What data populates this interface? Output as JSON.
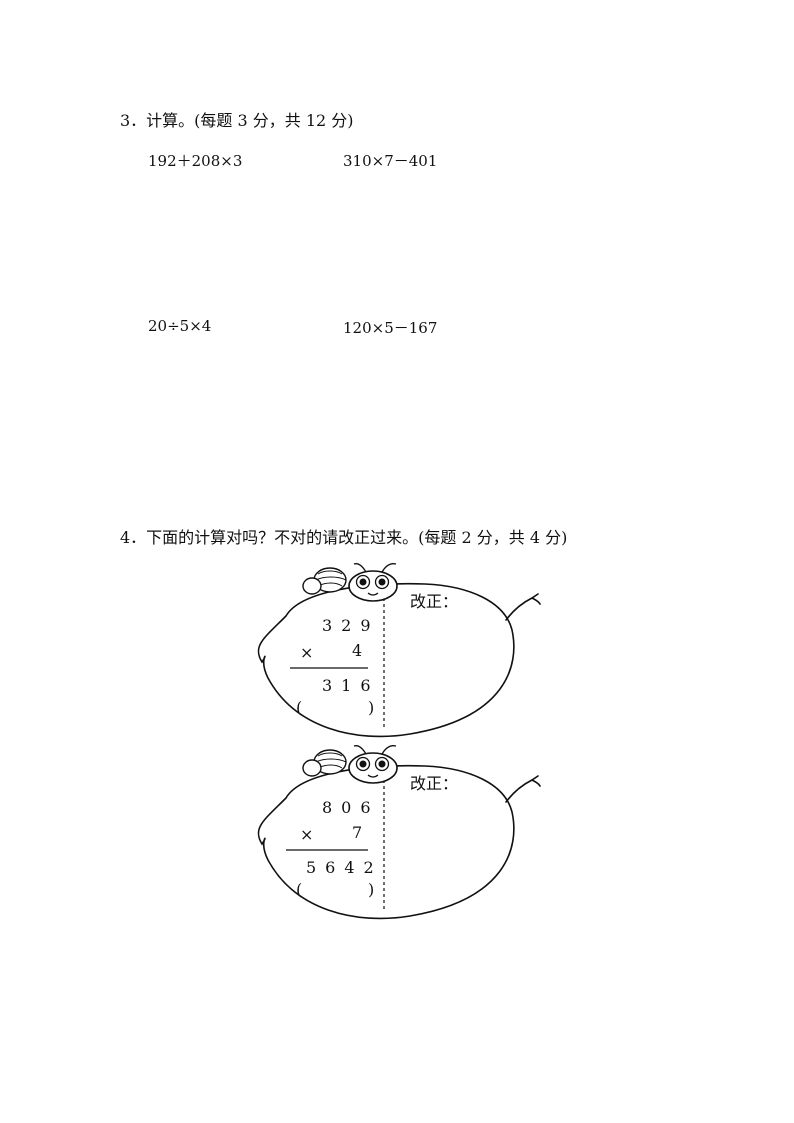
{
  "q3": {
    "heading": "3．计算。(每题 3 分，共 12 分)",
    "expressions": [
      "192＋208×3",
      "310×7－401",
      "20÷5×4",
      "120×5－167"
    ]
  },
  "q4": {
    "heading": "4．下面的计算对吗？不对的请改正过来。(每题 2 分，共 4 分)",
    "leaves": [
      {
        "multiplicand": "329",
        "operator": "×",
        "multiplier": "4",
        "result": "316",
        "judge_open": "(",
        "judge_close": ")",
        "correct_label": "改正："
      },
      {
        "multiplicand": "806",
        "operator": "×",
        "multiplier": "7",
        "result": "5642",
        "judge_open": "(",
        "judge_close": ")",
        "correct_label": "改正："
      }
    ]
  }
}
